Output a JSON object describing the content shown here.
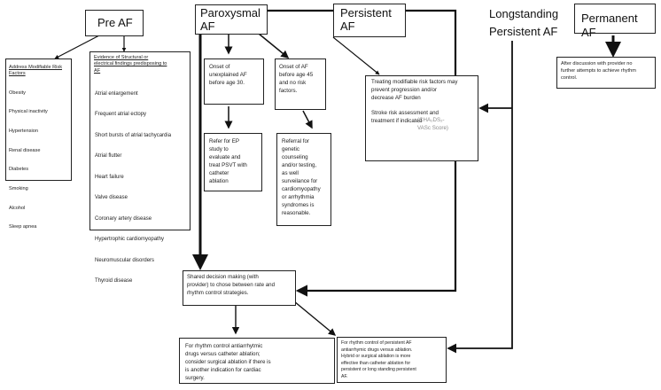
{
  "stages": {
    "pre_af": "Pre AF",
    "paroxysmal": "Paroxysmal\nAF",
    "persistent": "Persistent\nAF",
    "longstanding": "Longstanding\nPersistent AF",
    "permanent": "Permanent AF"
  },
  "risk_factors": {
    "header": "Address Modifiable Risk\nFactors",
    "items": [
      "Obesity",
      "Physical inactivity",
      "Hypertension",
      "Renal disease",
      "Diabetes",
      "Smoking",
      "Alcohol",
      "Sleep apnea"
    ]
  },
  "evidence": {
    "header": "Evidence of Structural or\nelectrical findings predisposing to\nAF",
    "items": [
      "Atrial enlargement",
      "Frequent atrial ectopy",
      "Short bursts of atrial tachycardia",
      "Atrial flutter",
      "Heart failure",
      "Valve disease",
      "Coronary artery disease",
      "Hypertrophic cardiomyopathy",
      "Neuromuscular disorders",
      "Thyroid disease"
    ]
  },
  "onset_under_30": "Onset of\nunexplained AF\nbefore age 30.",
  "onset_before_45": "Onset of AF\nbefore age 45\nand no risk\nfactors.",
  "ep_referral": "Refer for EP\nstudy to\nevaluate and\ntreat PSVT with\ncatheter\nablation",
  "genetic_referral": "Referral for\ngenetic\ncounseling\nand/or testing,\nas well\nsurveilance for\ncardiomyopathy\nor arrhythmia\nsyndromes is\nreasonable.",
  "treating": {
    "text": "Treating modifiable risk factors may\nprevent progression and/or\ndecrease AF burden",
    "stroke": "Stroke risk assessment and\ntreatment if indicated",
    "score": "(CHA₂DS₂-\nVASc Score)",
    "score_color": "#8a8a8a"
  },
  "permanent_note": "After discussion with provider no\nfurther attempts to achieve rhythm\ncontrol.",
  "shared_decision": "Shared decision making (with\nprovider) to chose between rate and\nrhythm control strategies.",
  "rhythm_paroxysmal": "For rhythm control antiarrhytmic\ndrugs versus catheter ablation;\nconsider surgical ablation if there is\nis another indication for cardiac\nsurgery.",
  "rhythm_persistent": "For rhythm control of persistent AF\nantiarrhymic drugs versus ablation.\nHybrid or surgical ablation is more\neffective than catheter ablation for\npersistent or long standing persistent\nAF."
}
